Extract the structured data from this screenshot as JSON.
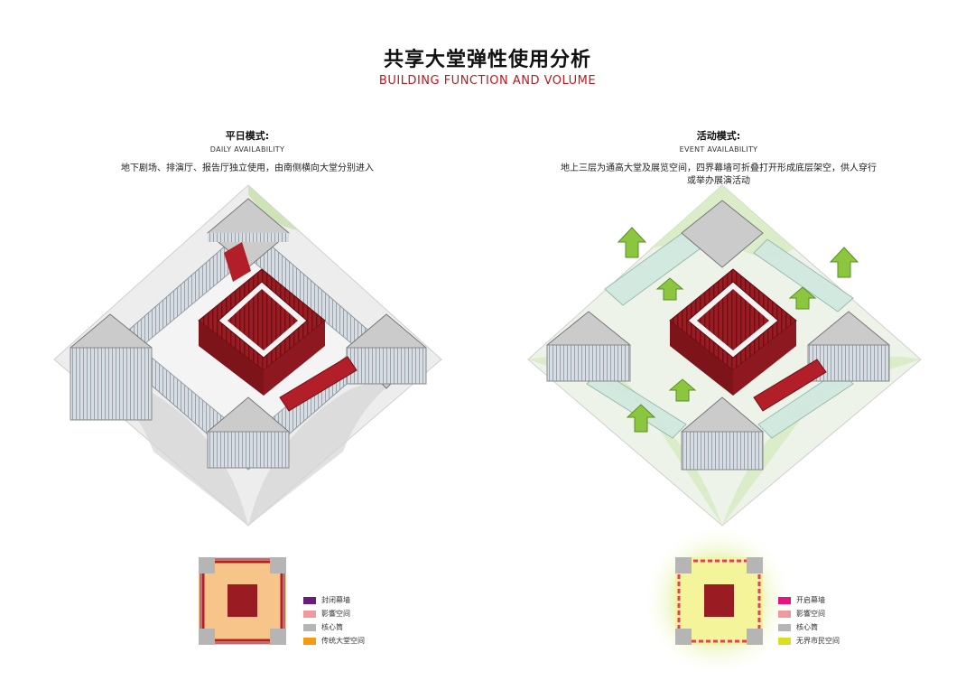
{
  "header": {
    "title": "共享大堂弹性使用分析",
    "subtitle": "BUILDING FUNCTION AND VOLUME"
  },
  "panels": [
    {
      "mode_title": "平日模式:",
      "mode_en": "DAILY AVAILABILITY",
      "description": "地下剧场、排演厅、报告厅独立使用，由南侧横向大堂分别进入",
      "legend": [
        {
          "label": "封闭幕墙",
          "color": "#6a1b7e"
        },
        {
          "label": "影響空间",
          "color": "#f09aa0"
        },
        {
          "label": "核心筒",
          "color": "#b5b5b5"
        },
        {
          "label": "传统大堂空间",
          "color": "#f39c12"
        }
      ]
    },
    {
      "mode_title": "活动模式:",
      "mode_en": "EVENT AVAILABILITY",
      "description_line1": "地上三层为通高大堂及展览空间，四界幕墙可折叠打开形成底层架空，供人穿行",
      "description_line2": "或举办展演活动",
      "legend": [
        {
          "label": "开启幕墙",
          "color": "#e6157f"
        },
        {
          "label": "影響空间",
          "color": "#f09aa0"
        },
        {
          "label": "核心筒",
          "color": "#b5b5b5"
        },
        {
          "label": "无界市民空间",
          "color": "#d9e021"
        }
      ]
    }
  ],
  "colors": {
    "accent_red": "#c0161f",
    "building_red": "#9b1b22",
    "glass": "#cfd6dc",
    "green": "#8cc63f"
  }
}
